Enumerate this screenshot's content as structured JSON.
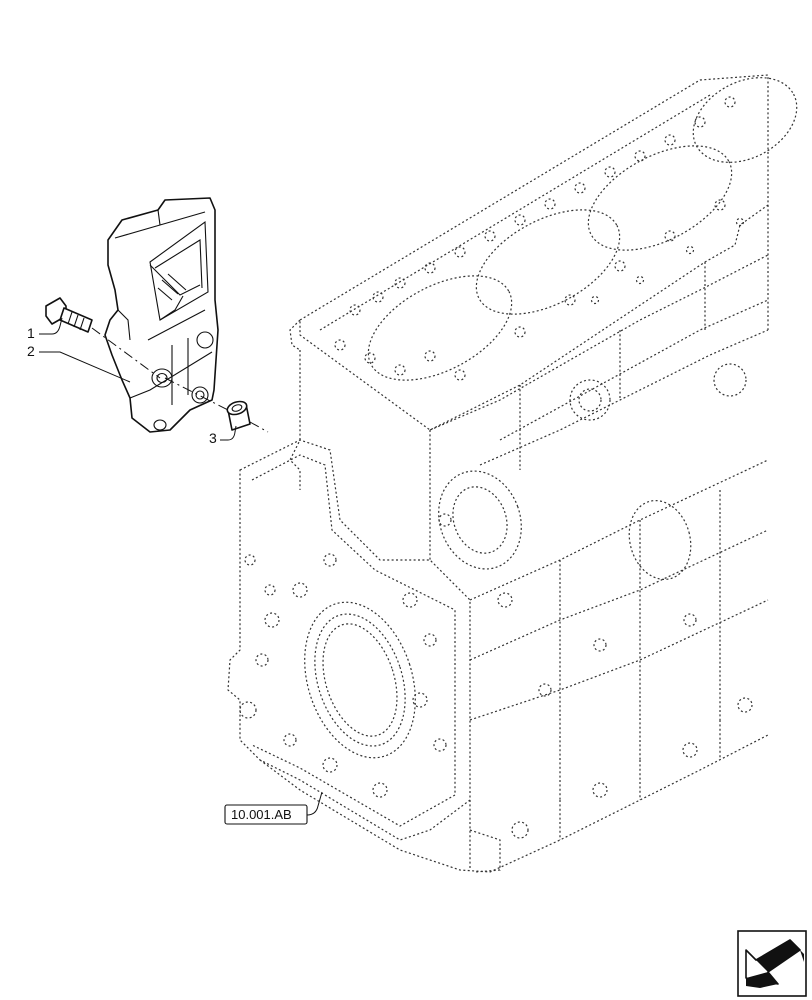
{
  "callouts": [
    {
      "id": "1",
      "label": "1"
    },
    {
      "id": "2",
      "label": "2"
    },
    {
      "id": "3",
      "label": "3"
    }
  ],
  "reference": {
    "label": "10.001.AB"
  },
  "nav_icon": {
    "name": "arrow-left-down-icon"
  },
  "colors": {
    "line": "#111111",
    "hidden_line": "#333333",
    "background": "#ffffff"
  }
}
